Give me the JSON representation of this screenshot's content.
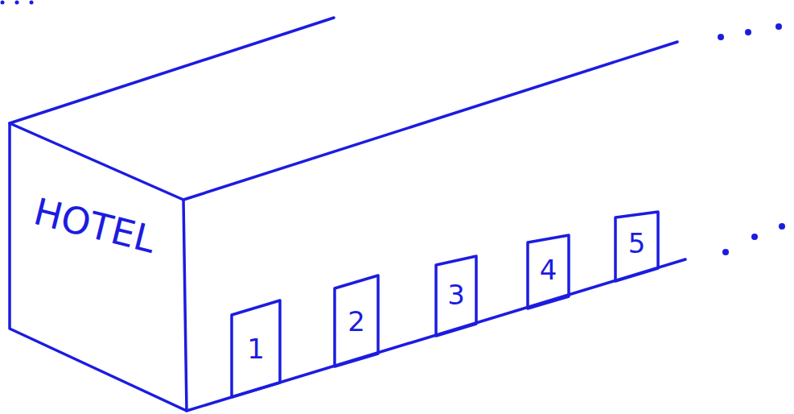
{
  "diagram": {
    "nodes": [
      {
        "text": [
          "1"
        ]
      },
      {
        "text": [
          "2"
        ]
      },
      {
        "text": [
          "3"
        ]
      },
      {
        "text": [
          "4"
        ]
      },
      {
        "text": [
          "5"
        ]
      }
    ],
    "labels": [
      "HOTEL"
    ]
  }
}
